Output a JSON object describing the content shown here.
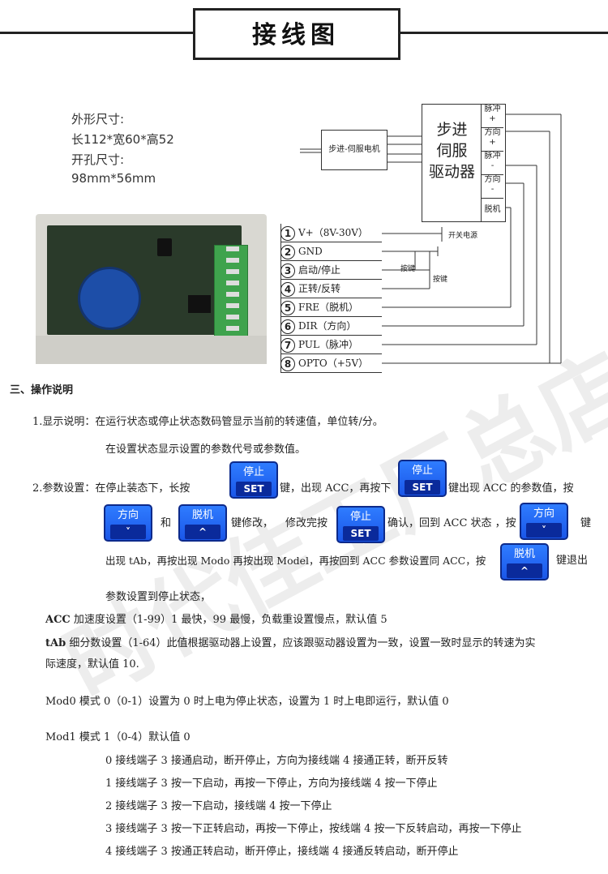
{
  "header": {
    "title": "接线图"
  },
  "dims": {
    "outer_label": "外形尺寸:",
    "outer_value": "长112*宽60*高52",
    "hole_label": "开孔尺寸:",
    "hole_value": "98mm*56mm"
  },
  "diagram": {
    "motor": "步进-伺服电机",
    "driver": [
      "步进",
      "伺服",
      "驱动器"
    ],
    "driver_terminals": [
      [
        "脉冲",
        "+"
      ],
      [
        "方向",
        "+"
      ],
      [
        "脉冲",
        "-"
      ],
      [
        "方向",
        "-"
      ],
      [
        "脱机",
        ""
      ]
    ],
    "terminals": [
      {
        "n": "1",
        "label": "V+（8V-30V）"
      },
      {
        "n": "2",
        "label": "GND"
      },
      {
        "n": "3",
        "label": "启动/停止"
      },
      {
        "n": "4",
        "label": "正转/反转"
      },
      {
        "n": "5",
        "label": "FRE（脱机）"
      },
      {
        "n": "6",
        "label": "DIR（方向）"
      },
      {
        "n": "7",
        "label": "PUL（脉冲）"
      },
      {
        "n": "8",
        "label": "OPTO（+5V）"
      }
    ],
    "switch_label": "开关电源",
    "key_label_1": "按键",
    "key_label_2": "按键"
  },
  "ops": {
    "heading": "三、操作说明",
    "l1": "1.显示说明：在运行状态或停止状态数码管显示当前的转速值，单位转/分。",
    "l2": "在设置状态显示设置的参数代号或参数值。",
    "p2a": "2.参数设置：在停止装态下，长按",
    "p2b": "键，出现 ACC，再按下",
    "p2c": "键出现 ACC 的参数值，按",
    "p3a": "和",
    "p3b": "键修改，",
    "p3c": "修改完按",
    "p3d": "确认，回到 ACC 状态 ，按",
    "p3e": "键",
    "p4a": "出现 tAb，再按出现 Modo 再按出现 Model，再按回到 ACC 参数设置同 ACC，按",
    "p4b": "键退出",
    "p5": "参数设置到停止状态，",
    "acc_b": "ACC",
    "acc": " 加速度设置（1-99）1 最快，99 最慢，负载重设置慢点，默认值 5",
    "tab_b": "tAb",
    "tab": " 细分数设置（1-64）此值根据驱动器上设置，应该跟驱动器设置为一致，设置一致时显示的转速为实",
    "tab2": "际速度，默认值 10.",
    "mod0": "Mod0 模式 0（0-1）设置为 0 时上电为停止状态，设置为 1 时上电即运行，默认值 0",
    "mod1": "Mod1 模式 1（0-4）默认值 0",
    "m0": "0  接线端子 3  接通启动，断开停止，方向为接线端 4 接通正转，断开反转",
    "m1": "1  接线端子 3 按一下启动，再按一下停止，方向为接线端 4 按一下停止",
    "m2": "2  接线端子 3  按一下启动，接线端 4 按一下停止",
    "m3": "3  接线端子 3  按一下正转启动，再按一下停止，按线端 4 按一下反转启动，再按一下停止",
    "m4": "4  接线端子 3  按通正转启动，断开停止，接线端 4 接通反转启动，断开停止"
  },
  "buttons": {
    "stop": "停止",
    "set": "SET",
    "dir": "方向",
    "down": "˅",
    "off": "脱机",
    "up": "^"
  }
}
